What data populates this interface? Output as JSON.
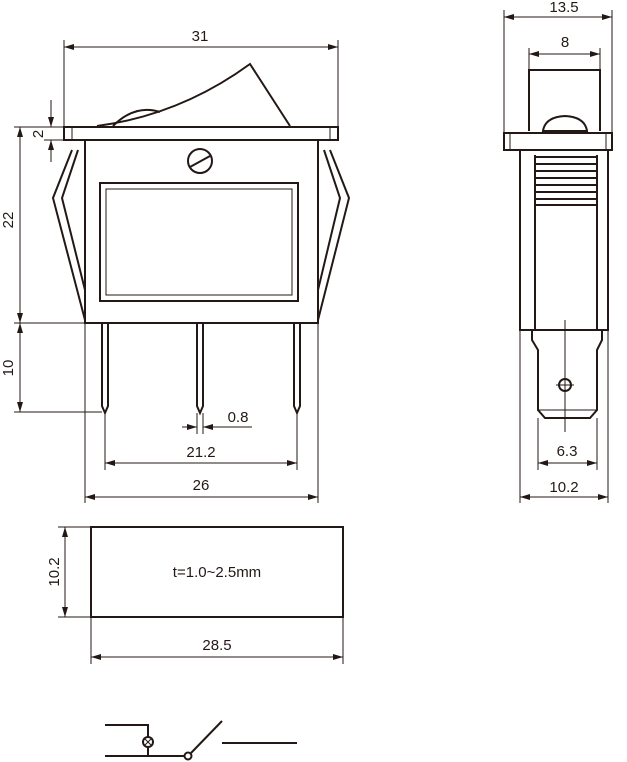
{
  "front_view": {
    "width_label": "31",
    "flange_label": "2",
    "body_height_label": "22",
    "pin_length_label": "10",
    "pin_width_label": "0.8",
    "pin_span_label": "21.2",
    "body_width_label": "26"
  },
  "side_view": {
    "flange_width_label": "13.5",
    "cap_width_label": "8",
    "terminal_width_label": "6.3",
    "body_depth_label": "10.2"
  },
  "panel_cutout": {
    "thickness_label": "t=1.0~2.5mm",
    "height_label": "10.2",
    "width_label": "28.5"
  },
  "colors": {
    "line": "#231815",
    "background": "#ffffff"
  }
}
